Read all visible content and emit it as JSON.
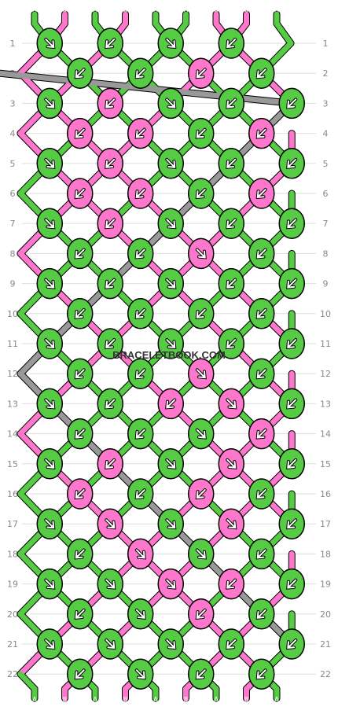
{
  "watermark": "BRACELETBOOK.COM",
  "colors": {
    "A": "#55cc44",
    "B": "#ff77cc",
    "outline": "#000000",
    "line": "#dddddd",
    "row_number": "#888888",
    "arrow": "#ffffff"
  },
  "strings_top": [
    "A",
    "B",
    "A",
    "B",
    "A",
    "A",
    "B",
    "B",
    "A"
  ],
  "strings_bottom": [
    "A",
    "B",
    "A",
    "B",
    "A",
    "B",
    "A",
    "B",
    "A"
  ],
  "row_numbers": [
    "1",
    "2",
    "3",
    "4",
    "5",
    "6",
    "7",
    "8",
    "9",
    "10",
    "11",
    "12",
    "13",
    "14",
    "15",
    "16",
    "17",
    "18",
    "19",
    "20",
    "21",
    "22"
  ],
  "knots": [
    [
      {
        "c": "A",
        "d": "br"
      },
      {
        "c": "A",
        "d": "bl"
      },
      {
        "c": "A",
        "d": "br"
      },
      {
        "c": "A",
        "d": "bl"
      }
    ],
    [
      {
        "c": "A",
        "d": "bl"
      },
      {
        "c": "A",
        "d": "bl"
      },
      {
        "c": "B",
        "d": "bl"
      },
      {
        "c": "A",
        "d": "bl"
      }
    ],
    [
      {
        "c": "A",
        "d": "br"
      },
      {
        "c": "B",
        "d": "bl"
      },
      {
        "c": "A",
        "d": "br"
      },
      {
        "c": "A",
        "d": "bl"
      },
      {
        "c": "A",
        "d": "bl"
      }
    ],
    [
      {
        "c": "B",
        "d": "bl"
      },
      {
        "c": "B",
        "d": "bl"
      },
      {
        "c": "A",
        "d": "bl"
      },
      {
        "c": "B",
        "d": "bl"
      }
    ],
    [
      {
        "c": "A",
        "d": "br"
      },
      {
        "c": "B",
        "d": "bl"
      },
      {
        "c": "A",
        "d": "br"
      },
      {
        "c": "A",
        "d": "bl"
      },
      {
        "c": "A",
        "d": "bl"
      }
    ],
    [
      {
        "c": "B",
        "d": "bl"
      },
      {
        "c": "B",
        "d": "bl"
      },
      {
        "c": "A",
        "d": "bl"
      },
      {
        "c": "B",
        "d": "bl"
      }
    ],
    [
      {
        "c": "A",
        "d": "br"
      },
      {
        "c": "B",
        "d": "bl"
      },
      {
        "c": "A",
        "d": "br"
      },
      {
        "c": "A",
        "d": "bl"
      },
      {
        "c": "A",
        "d": "bl"
      }
    ],
    [
      {
        "c": "A",
        "d": "bl"
      },
      {
        "c": "A",
        "d": "bl"
      },
      {
        "c": "B",
        "d": "br"
      },
      {
        "c": "A",
        "d": "bl"
      }
    ],
    [
      {
        "c": "A",
        "d": "br"
      },
      {
        "c": "A",
        "d": "bl"
      },
      {
        "c": "A",
        "d": "br"
      },
      {
        "c": "A",
        "d": "bl"
      },
      {
        "c": "A",
        "d": "bl"
      }
    ],
    [
      {
        "c": "A",
        "d": "bl"
      },
      {
        "c": "A",
        "d": "bl"
      },
      {
        "c": "A",
        "d": "bl"
      },
      {
        "c": "A",
        "d": "bl"
      }
    ],
    [
      {
        "c": "A",
        "d": "br"
      },
      {
        "c": "A",
        "d": "bl"
      },
      {
        "c": "A",
        "d": "br"
      },
      {
        "c": "A",
        "d": "bl"
      },
      {
        "c": "A",
        "d": "bl"
      }
    ],
    [
      {
        "c": "A",
        "d": "bl"
      },
      {
        "c": "A",
        "d": "bl"
      },
      {
        "c": "B",
        "d": "br"
      },
      {
        "c": "A",
        "d": "bl"
      }
    ],
    [
      {
        "c": "A",
        "d": "br"
      },
      {
        "c": "A",
        "d": "bl"
      },
      {
        "c": "B",
        "d": "bl"
      },
      {
        "c": "B",
        "d": "br"
      },
      {
        "c": "A",
        "d": "bl"
      }
    ],
    [
      {
        "c": "A",
        "d": "bl"
      },
      {
        "c": "A",
        "d": "bl"
      },
      {
        "c": "A",
        "d": "br"
      },
      {
        "c": "B",
        "d": "bl"
      }
    ],
    [
      {
        "c": "A",
        "d": "br"
      },
      {
        "c": "B",
        "d": "bl"
      },
      {
        "c": "A",
        "d": "br"
      },
      {
        "c": "B",
        "d": "br"
      },
      {
        "c": "A",
        "d": "bl"
      }
    ],
    [
      {
        "c": "B",
        "d": "bl"
      },
      {
        "c": "A",
        "d": "bl"
      },
      {
        "c": "B",
        "d": "bl"
      },
      {
        "c": "A",
        "d": "bl"
      }
    ],
    [
      {
        "c": "A",
        "d": "br"
      },
      {
        "c": "B",
        "d": "br"
      },
      {
        "c": "A",
        "d": "br"
      },
      {
        "c": "B",
        "d": "br"
      },
      {
        "c": "A",
        "d": "bl"
      }
    ],
    [
      {
        "c": "A",
        "d": "bl"
      },
      {
        "c": "B",
        "d": "br"
      },
      {
        "c": "A",
        "d": "br"
      },
      {
        "c": "A",
        "d": "bl"
      }
    ],
    [
      {
        "c": "A",
        "d": "br"
      },
      {
        "c": "A",
        "d": "br"
      },
      {
        "c": "B",
        "d": "br"
      },
      {
        "c": "B",
        "d": "bl"
      },
      {
        "c": "A",
        "d": "bl"
      }
    ],
    [
      {
        "c": "A",
        "d": "bl"
      },
      {
        "c": "A",
        "d": "br"
      },
      {
        "c": "B",
        "d": "bl"
      },
      {
        "c": "A",
        "d": "bl"
      }
    ],
    [
      {
        "c": "A",
        "d": "br"
      },
      {
        "c": "A",
        "d": "br"
      },
      {
        "c": "A",
        "d": "br"
      },
      {
        "c": "A",
        "d": "bl"
      },
      {
        "c": "A",
        "d": "bl"
      }
    ],
    [
      {
        "c": "A",
        "d": "bl"
      },
      {
        "c": "A",
        "d": "br"
      },
      {
        "c": "A",
        "d": "bl"
      },
      {
        "c": "A",
        "d": "bl"
      }
    ]
  ]
}
